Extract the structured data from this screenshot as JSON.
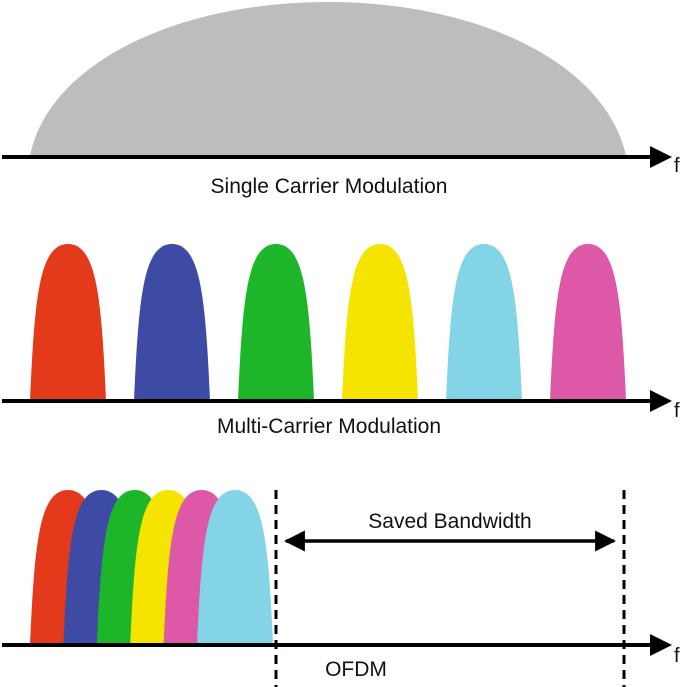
{
  "axis_label": "f",
  "colors": {
    "red": "#e23a1a",
    "blue": "#3d4ba5",
    "green": "#1db52a",
    "yellow": "#f5e400",
    "cyan": "#82d4e6",
    "magenta": "#dd58a7",
    "gray": "#bdbdbd",
    "line": "#000000"
  },
  "panels": {
    "single": {
      "label": "Single Carrier Modulation"
    },
    "multi": {
      "label": "Multi-Carrier Modulation",
      "carriers": [
        "red",
        "blue",
        "green",
        "yellow",
        "cyan",
        "magenta"
      ]
    },
    "ofdm": {
      "label": "OFDM",
      "carriers": [
        "red",
        "blue",
        "green",
        "yellow",
        "magenta",
        "cyan"
      ],
      "saved_label": "Saved Bandwidth"
    }
  }
}
